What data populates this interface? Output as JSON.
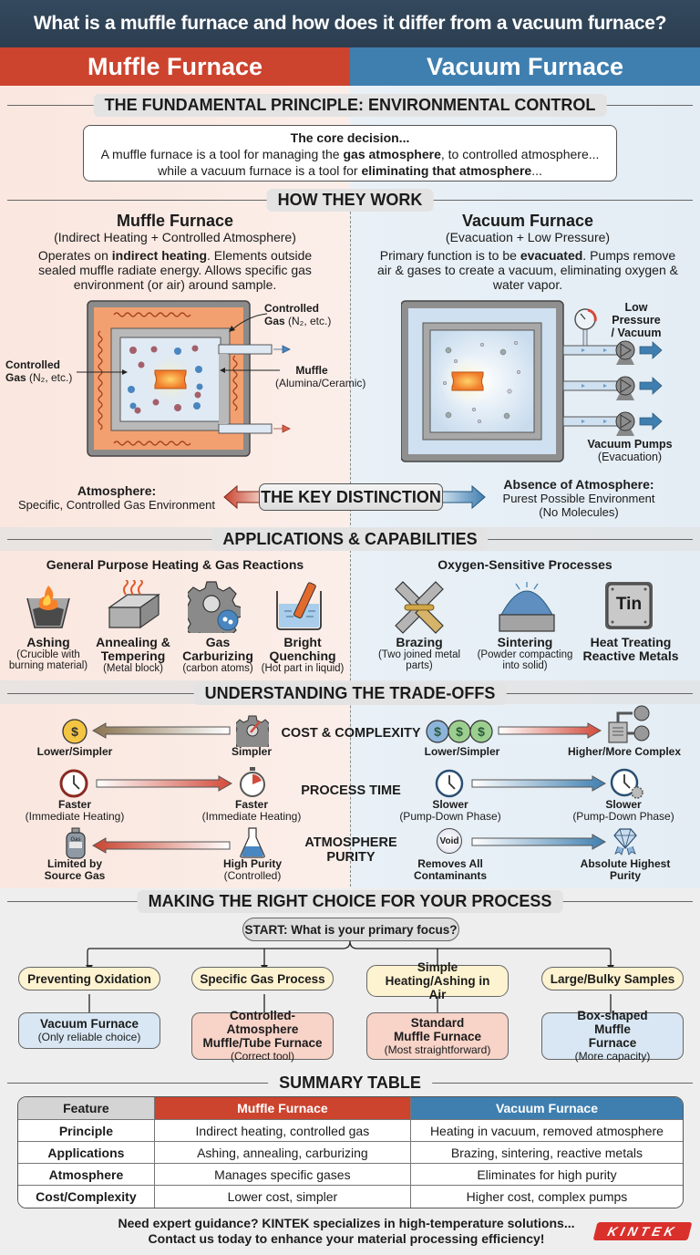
{
  "title": "What is a muffle furnace and how does it differ from a vacuum furnace?",
  "columns": {
    "left": "Muffle Furnace",
    "right": "Vacuum Furnace"
  },
  "colors": {
    "muffle_red": "#cc432e",
    "vacuum_blue": "#3f7fb0",
    "title_bg": "#2c3e50",
    "kintek_red": "#d9302b"
  },
  "principle": {
    "heading": "THE FUNDAMENTAL PRINCIPLE: ENVIRONMENTAL CONTROL",
    "core_title": "The core decision...",
    "line1_pre": "A muffle furnace is a tool for managing the ",
    "line1_bold": "gas atmosphere",
    "line1_post": ", to controlled atmosphere...",
    "line2_pre": "while a vacuum furnace is a tool for ",
    "line2_bold": "eliminating that atmosphere",
    "line2_post": "..."
  },
  "how": {
    "heading": "HOW THEY WORK",
    "muffle": {
      "title": "Muffle Furnace",
      "subtitle": "(Indirect Heating + Controlled Atmosphere)",
      "desc_pre": "Operates on ",
      "desc_bold": "indirect heating",
      "desc_post": ". Elements outside sealed muffle radiate energy. Allows specific gas environment (or air) around sample.",
      "label_gas_left_bold": "Controlled",
      "label_gas_left_b2": "Gas",
      "label_gas_left_rest": " (N₂, etc.)",
      "label_gas_right_bold": "Controlled",
      "label_gas_right_b2": "Gas",
      "label_gas_right_rest": " (N₂, etc.)",
      "label_muffle": "Muffle",
      "label_muffle_sub": "(Alumina/Ceramic)"
    },
    "vacuum": {
      "title": "Vacuum Furnace",
      "subtitle": "(Evacuation + Low Pressure)",
      "desc_pre": "Primary function is to be ",
      "desc_bold": "evacuated",
      "desc_post": ". Pumps remove air & gases to create a vacuum, eliminating oxygen & water vapor.",
      "label_pressure": "Low Pressure",
      "label_pressure2": "/ Vacuum",
      "label_pumps": "Vacuum Pumps",
      "label_pumps_sub": "(Evacuation)"
    }
  },
  "key": {
    "label": "THE KEY DISTINCTION",
    "left_title": "Atmosphere:",
    "left_sub": "Specific, Controlled Gas Environment",
    "right_title": "Absence of Atmosphere:",
    "right_sub1": "Purest Possible Environment",
    "right_sub2": "(No Molecules)"
  },
  "applications": {
    "heading": "APPLICATIONS & CAPABILITIES",
    "left_heading": "General Purpose Heating & Gas Reactions",
    "right_heading": "Oxygen-Sensitive Processes",
    "left": [
      {
        "icon": "crucible-fire-icon",
        "name": "Ashing",
        "sub": "(Crucible with burning material)"
      },
      {
        "icon": "metal-block-icon",
        "name": "Annealing & Tempering",
        "sub": "(Metal block)"
      },
      {
        "icon": "gear-carbon-icon",
        "name": "Gas Carburizing",
        "sub": "(carbon atoms)"
      },
      {
        "icon": "quench-beaker-icon",
        "name": "Bright Quenching",
        "sub": "(Hot part in liquid)"
      }
    ],
    "right": [
      {
        "icon": "brazing-joint-icon",
        "name": "Brazing",
        "sub": "(Two joined metal parts)"
      },
      {
        "icon": "powder-pile-icon",
        "name": "Sintering",
        "sub": "(Powder compacting into solid)"
      },
      {
        "icon": "tin-plate-icon",
        "name": "Heat Treating Reactive Metals",
        "sub": "",
        "plate_text": "Tin"
      }
    ]
  },
  "tradeoffs": {
    "heading": "UNDERSTANDING THE TRADE-OFFS",
    "rows": [
      {
        "metric": "COST & COMPLEXITY",
        "muffle_end": {
          "icon": "dollar-coin-icon",
          "label": "Lower/Simpler",
          "sub": ""
        },
        "muffle_start": {
          "icon": "gear-icon",
          "label": "Simpler",
          "sub": ""
        },
        "vacuum_start": {
          "icon": "coins-icon",
          "label": "Lower/Simpler",
          "sub": ""
        },
        "vacuum_end": {
          "icon": "pump-system-icon",
          "label": "Higher/More Complex",
          "sub": ""
        }
      },
      {
        "metric": "PROCESS TIME",
        "muffle_end": {
          "icon": "clock-icon",
          "label": "Faster",
          "sub": "(Immediate Heating)"
        },
        "muffle_start": {
          "icon": "stopwatch-icon",
          "label": "Faster",
          "sub": "(Immediate Heating)"
        },
        "vacuum_start": {
          "icon": "clock-icon",
          "label": "Slower",
          "sub": "(Pump-Down Phase)"
        },
        "vacuum_end": {
          "icon": "clock-gear-icon",
          "label": "Slower",
          "sub": "(Pump-Down Phase)"
        }
      },
      {
        "metric": "ATMOSPHERE PURITY",
        "muffle_end": {
          "icon": "gas-cylinder-icon",
          "label": "Limited by Source Gas",
          "sub": "",
          "icon_text": "Gas"
        },
        "muffle_start": {
          "icon": "flask-icon",
          "label": "High Purity",
          "sub": "(Controlled)"
        },
        "vacuum_start": {
          "icon": "void-icon",
          "label": "Removes All Contaminants",
          "sub": "",
          "icon_text": "Void"
        },
        "vacuum_end": {
          "icon": "diamond-icon",
          "label": "Absolute Highest Purity",
          "sub": ""
        }
      }
    ]
  },
  "choice": {
    "heading": "MAKING THE RIGHT CHOICE FOR YOUR PROCESS",
    "start": "START: What is your primary focus?",
    "branches": [
      {
        "question": "Preventing Oxidation",
        "result": "Vacuum Furnace",
        "result_sub": "(Only reliable choice)",
        "type": "blue"
      },
      {
        "question": "Specific Gas Process",
        "result": "Controlled-Atmosphere Muffle/Tube Furnace",
        "result_sub": "(Correct tool)",
        "type": "red"
      },
      {
        "question": "Simple Heating/Ashing in Air",
        "result": "Standard Muffle Furnace",
        "result_sub": "(Most straightforward)",
        "type": "red"
      },
      {
        "question": "Large/Bulky Samples",
        "result": "Box-shaped Muffle Furnace",
        "result_sub": "(More capacity)",
        "type": "blue"
      }
    ]
  },
  "summary": {
    "heading": "SUMMARY TABLE",
    "headers": [
      "Feature",
      "Muffle Furnace",
      "Vacuum Furnace"
    ],
    "rows": [
      [
        "Principle",
        "Indirect heating, controlled gas",
        "Heating in vacuum, removed atmosphere"
      ],
      [
        "Applications",
        "Ashing, annealing, carburizing",
        "Brazing, sintering, reactive metals"
      ],
      [
        "Atmosphere",
        "Manages specific gases",
        "Eliminates for high purity"
      ],
      [
        "Cost/Complexity",
        "Lower cost, simpler",
        "Higher cost, complex pumps"
      ]
    ]
  },
  "footer": {
    "line1": "Need expert guidance? KINTEK specializes in high-temperature solutions...",
    "line2": "Contact us today to enhance your material processing efficiency!",
    "logo": "KINTEK"
  }
}
